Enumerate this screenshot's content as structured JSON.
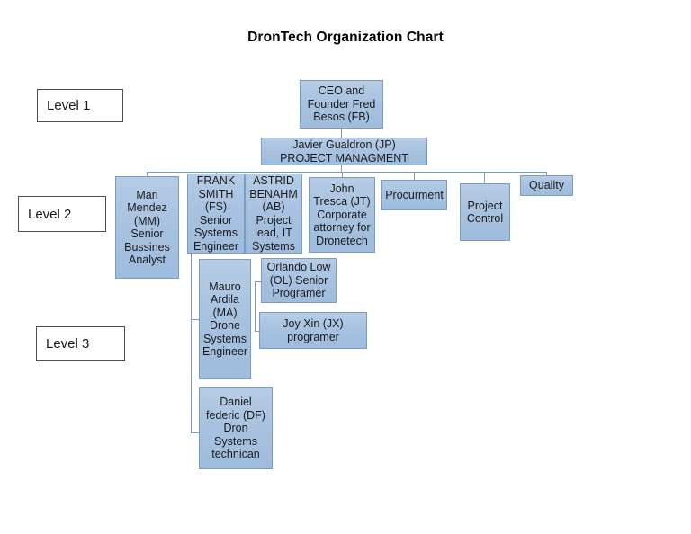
{
  "chart_data": {
    "type": "diagram",
    "diagram_type": "organization-chart",
    "title": "DronTech Organization Chart",
    "levels": [
      "Level 1",
      "Level 2",
      "Level 3"
    ],
    "nodes": [
      {
        "id": "ceo",
        "label": "CEO and\nFounder Fred\nBesos (FB)",
        "level": 1
      },
      {
        "id": "pm",
        "label": "Javier Gualdron (JP)\nPROJECT MANAGMENT",
        "level": 1
      },
      {
        "id": "mari",
        "label": "Mari\nMendez\n(MM)\nSenior\nBussines\nAnalyst",
        "level": 2
      },
      {
        "id": "frank",
        "label": "FRANK\nSMITH\n(FS)\nSenior\nSystems\nEngineer",
        "level": 2
      },
      {
        "id": "astrid",
        "label": "ASTRID\nBENAHM\n(AB)\nProject\nlead, IT\nSystems",
        "level": 2
      },
      {
        "id": "john",
        "label": "John\nTresca (JT)\nCorporate\nattorney for\nDronetech",
        "level": 2
      },
      {
        "id": "procurment",
        "label": "Procurment",
        "level": 2
      },
      {
        "id": "control",
        "label": "Project\nControl",
        "level": 2
      },
      {
        "id": "quality",
        "label": "Quality",
        "level": 2
      },
      {
        "id": "mauro",
        "label": "Mauro\nArdila\n(MA)\nDrone\nSystems\nEngineer",
        "level": 3
      },
      {
        "id": "orlando",
        "label": "Orlando Low\n(OL) Senior\nProgramer",
        "level": 3
      },
      {
        "id": "joy",
        "label": "Joy Xin (JX)\nprogramer",
        "level": 3
      },
      {
        "id": "daniel",
        "label": "Daniel\nfederic (DF)\nDron\nSystems\ntechnican",
        "level": 3
      }
    ],
    "edges": [
      {
        "from": "ceo",
        "to": "pm"
      },
      {
        "from": "pm",
        "to": "mari"
      },
      {
        "from": "pm",
        "to": "frank"
      },
      {
        "from": "pm",
        "to": "astrid"
      },
      {
        "from": "pm",
        "to": "john"
      },
      {
        "from": "pm",
        "to": "procurment"
      },
      {
        "from": "pm",
        "to": "control"
      },
      {
        "from": "pm",
        "to": "quality"
      },
      {
        "from": "frank",
        "to": "mauro"
      },
      {
        "from": "frank",
        "to": "daniel"
      },
      {
        "from": "mauro",
        "to": "orlando"
      },
      {
        "from": "mauro",
        "to": "joy"
      }
    ],
    "colors": {
      "node_fill": "#a9c4e4",
      "node_border": "#7a9cc4",
      "connector": "#7a9cc4",
      "level_label_border": "#4d4d4d",
      "background": "#ffffff",
      "text": "#1a1a1a"
    }
  },
  "nodes": {
    "ceo": "CEO and\nFounder Fred\nBesos (FB)",
    "pm": "Javier Gualdron (JP)\nPROJECT MANAGMENT",
    "mari": "Mari\nMendez\n(MM)\nSenior\nBussines\nAnalyst",
    "frank": "FRANK\nSMITH\n(FS)\nSenior\nSystems\nEngineer",
    "astrid": "ASTRID\nBENAHM\n(AB)\nProject\nlead, IT\nSystems",
    "john": "John\nTresca (JT)\nCorporate\nattorney for\nDronetech",
    "procurment": "Procurment",
    "control": "Project\nControl",
    "quality": "Quality",
    "mauro": "Mauro\nArdila\n(MA)\nDrone\nSystems\nEngineer",
    "orlando": "Orlando Low\n(OL) Senior\nProgramer",
    "joy": "Joy Xin (JX)\nprogramer",
    "daniel": "Daniel\nfederic (DF)\nDron\nSystems\ntechnican"
  },
  "levels": {
    "one": "Level 1",
    "two": "Level 2",
    "three": "Level 3"
  },
  "title": "DronTech Organization Chart"
}
